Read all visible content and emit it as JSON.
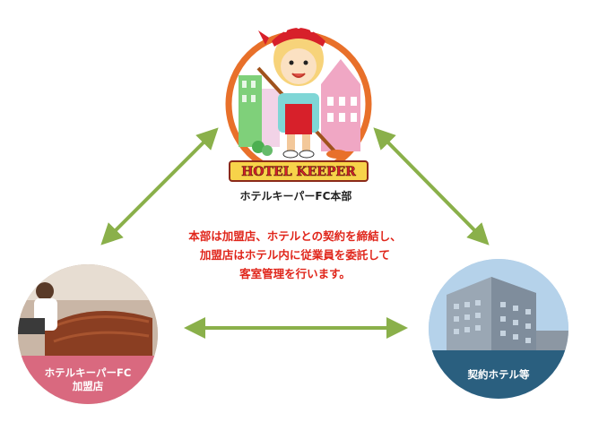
{
  "headquarters": {
    "label": "ホテルキーパーFC本部",
    "logo_text": "HOTEL KEEPER"
  },
  "description": {
    "lines": [
      "本部は加盟店、ホテルとの契約を締結し、",
      "加盟店はホテル内に従業員を委託して",
      "客室管理を行います。"
    ]
  },
  "franchise": {
    "line1": "ホテルキーパーFC",
    "line2": "加盟店"
  },
  "contract_hotel": {
    "label": "契約ホテル等"
  },
  "colors": {
    "arrow": "#8ab04a",
    "description": "#e0261b",
    "franchise_band": "#d9697f",
    "contract_band": "#2a5f7f",
    "logo_ring": "#e8702a"
  },
  "icons": [
    "double-arrow-icon"
  ]
}
